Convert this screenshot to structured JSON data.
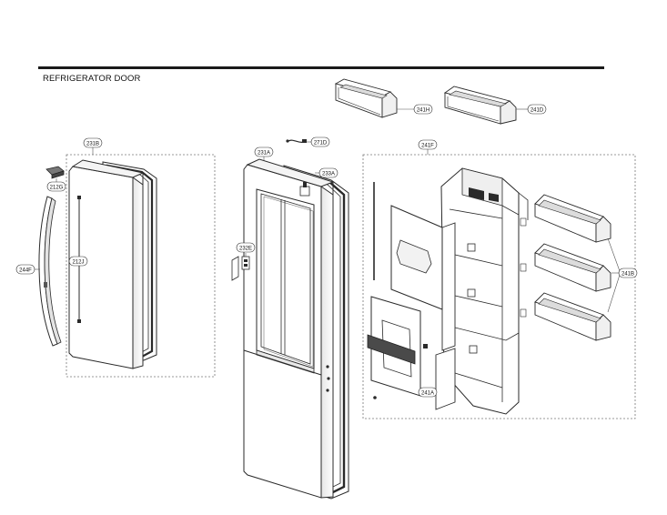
{
  "page": {
    "title": "REFRIGERATOR DOOR"
  },
  "callouts": {
    "c231B": "231B",
    "c212G": "212G",
    "c212J": "212J",
    "c244F": "244F",
    "c271D": "271D",
    "c231A": "231A",
    "c233A": "233A",
    "c232E": "232E",
    "c241H": "241H",
    "c241D": "241D",
    "c241F": "241F",
    "c241B": "241B",
    "c241A": "241A"
  },
  "colors": {
    "line": "#2a2a2a",
    "frame_dash": "#666666",
    "panel_fill": "#ffffff",
    "shade": "#d9d9d9",
    "dark": "#4a4a4a"
  }
}
